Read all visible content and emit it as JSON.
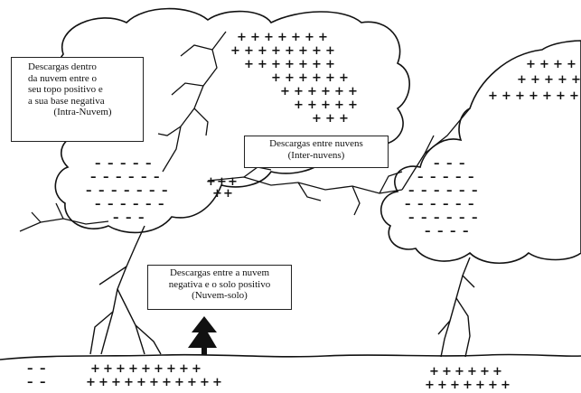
{
  "labels": {
    "intra": {
      "line1": "Descargas dentro",
      "line2": "da nuvem entre o",
      "line3": "seu topo positivo e",
      "line4": "a sua base negativa",
      "line5": "(Intra-Nuvem)"
    },
    "inter": {
      "line1": "Descargas entre nuvens",
      "line2": "(Inter-nuvens)"
    },
    "ground": {
      "line1": "Descargas entre a nuvem",
      "line2": "negativa e o solo positivo",
      "line3": "(Nuvem-solo)"
    }
  },
  "charges": {
    "positive_symbol": "+",
    "negative_symbol": "–"
  },
  "colors": {
    "ink": "#111111",
    "background": "#ffffff",
    "tree": "#111111"
  }
}
